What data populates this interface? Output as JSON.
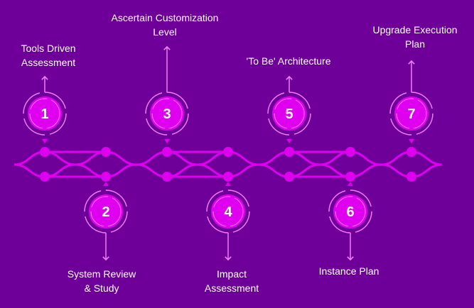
{
  "colors": {
    "background": "#6e0099",
    "accent": "#e000f0",
    "ring": "#f07cf8",
    "text": "#ffffff"
  },
  "steps": [
    {
      "number": "1",
      "label_lines": [
        "Tools Driven",
        "Assessment"
      ],
      "position": "top"
    },
    {
      "number": "2",
      "label_lines": [
        "System Review",
        "& Study"
      ],
      "position": "bottom"
    },
    {
      "number": "3",
      "label_lines": [
        "Ascertain Customization",
        "Level"
      ],
      "position": "top"
    },
    {
      "number": "4",
      "label_lines": [
        "Impact",
        "Assessment"
      ],
      "position": "bottom"
    },
    {
      "number": "5",
      "label_lines": [
        "'To Be' Architecture"
      ],
      "position": "top"
    },
    {
      "number": "6",
      "label_lines": [
        "Instance Plan"
      ],
      "position": "bottom"
    },
    {
      "number": "7",
      "label_lines": [
        "Upgrade Execution",
        "Plan"
      ],
      "position": "top"
    }
  ]
}
